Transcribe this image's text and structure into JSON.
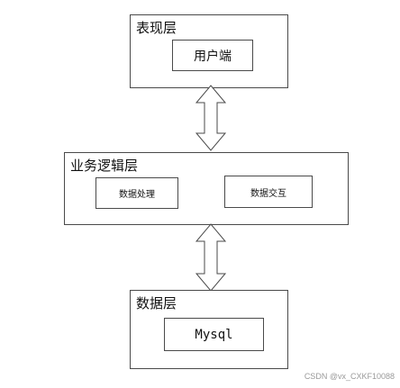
{
  "diagram": {
    "presentation_layer": {
      "title": "表现层",
      "box_label": "用户端"
    },
    "business_layer": {
      "title": "业务逻辑层",
      "left_box_label": "数据处理",
      "right_box_label": "数据交互"
    },
    "data_layer": {
      "title": "数据层",
      "box_label": "Mysql"
    }
  },
  "watermark": "CSDN @vx_CXKF10088"
}
